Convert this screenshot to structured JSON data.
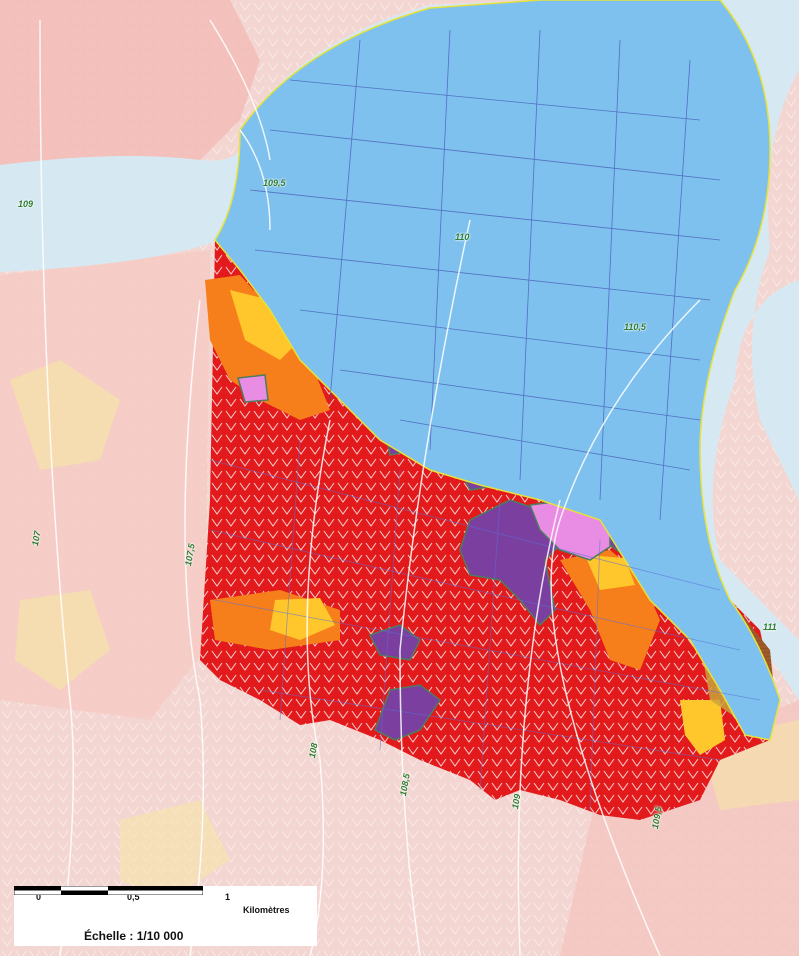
{
  "map": {
    "colors": {
      "river": "#7ec0ee",
      "river_bg": "#d6e9f2",
      "hazard_very_strong": "#e31a1c",
      "hazard_strong": "#f77f1b",
      "hazard_medium": "#ffc72c",
      "hazard_brown": "#9e5a2b",
      "urban": "#7b3fa0",
      "urban_pink": "#e98ce4",
      "background": "#f3d6d2",
      "label_green": "#2e7d32"
    },
    "km_markers": [
      "109",
      "109,5",
      "110",
      "110,5",
      "111",
      "107",
      "107,5",
      "108",
      "108,5",
      "109",
      "109,5"
    ]
  },
  "scale": {
    "tick_0": "0",
    "tick_mid": "0,5",
    "tick_1": "1",
    "units": "Kilomètres",
    "ratio": "Échelle : 1/10 000"
  }
}
